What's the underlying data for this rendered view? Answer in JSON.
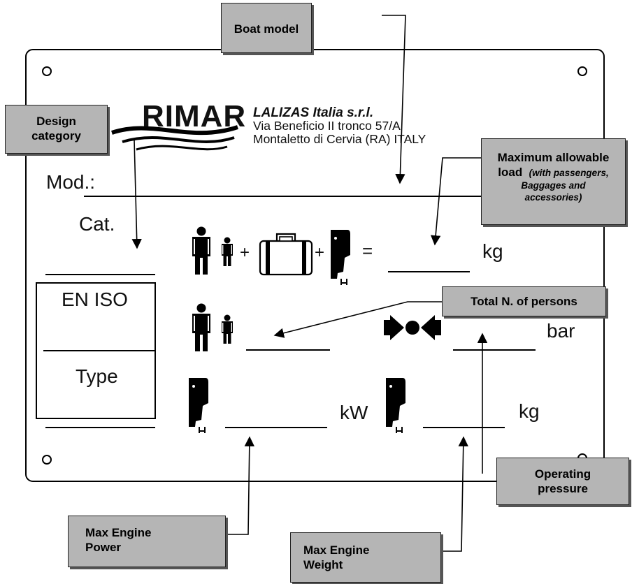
{
  "plate": {
    "logo_text": "RIMAR",
    "company_name": "LALIZAS Italia s.r.l.",
    "address_line1": "Via Beneficio II tronco 57/A",
    "address_line2": "Montaletto di Cervia (RA) ITALY",
    "model_label": "Mod.:",
    "category_label": "Cat.",
    "standard_label": "EN ISO",
    "type_label": "Type",
    "unit_kg": "kg",
    "unit_bar": "bar",
    "unit_kw": "kW",
    "plus_sign": "+",
    "equals_sign": "="
  },
  "callouts": {
    "boat_model": "Boat model",
    "design_category_line1": "Design",
    "design_category_line2": "category",
    "max_load_line1": "Maximum allowable",
    "max_load_line2": "load",
    "max_load_note1": "(with passengers,",
    "max_load_note2": "Baggages and",
    "max_load_note3": "accessories)",
    "total_persons": "Total N. of persons",
    "operating_pressure_line1": "Operating",
    "operating_pressure_line2": "pressure",
    "max_engine_power_line1": "Max Engine",
    "max_engine_power_line2": "Power",
    "max_engine_weight_line1": "Max Engine",
    "max_engine_weight_line2": "Weight"
  },
  "icons": [
    "adult-person-icon",
    "child-person-icon",
    "suitcase-icon",
    "outboard-engine-icon",
    "pressure-valve-icon",
    "mounting-hole-icon"
  ]
}
